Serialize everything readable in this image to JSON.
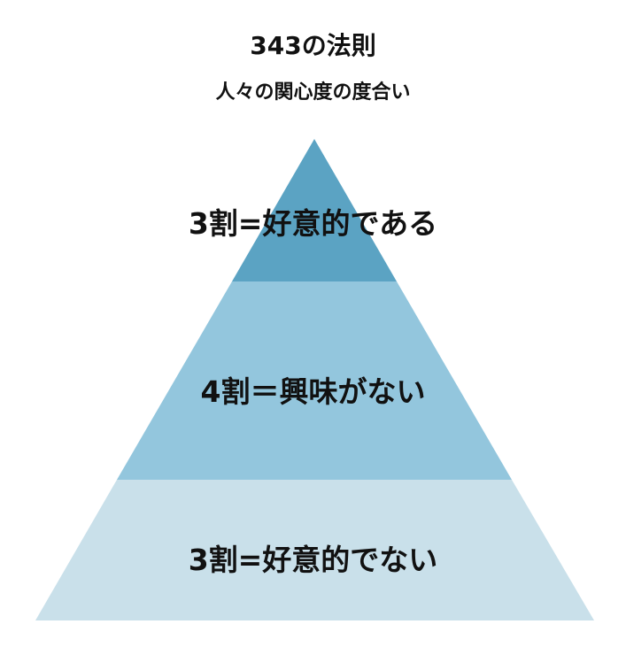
{
  "title": "343の法則",
  "subtitle": "人々の関心度の度合い",
  "layers": [
    {
      "label": "3割=好意的である",
      "color": "#5ba3c3"
    },
    {
      "label": "4割＝興味がない",
      "color": "#93c6dd"
    },
    {
      "label": "3割=好意的でない",
      "color": "#c9e0ea"
    }
  ]
}
